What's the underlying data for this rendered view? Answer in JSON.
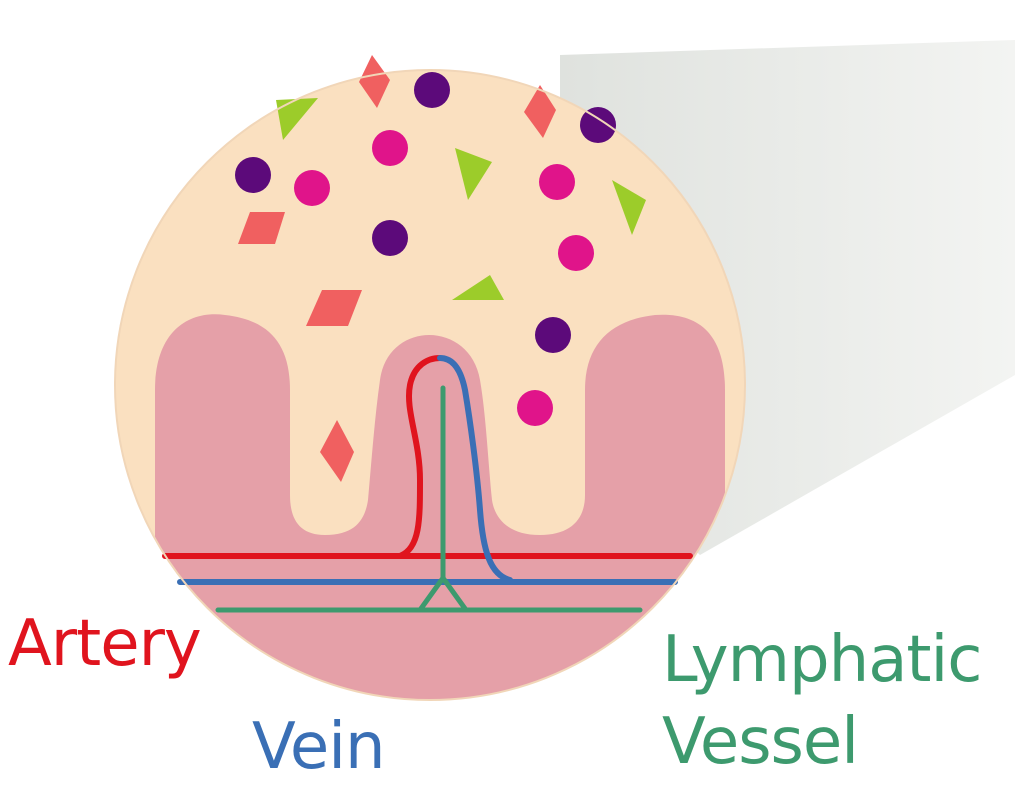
{
  "labels": {
    "artery": "Artery",
    "vein": "Vein",
    "lymphatic_line1": "Lymphatic",
    "lymphatic_line2": "Vessel"
  },
  "colors": {
    "background": "#ffffff",
    "zoom_cone": "#eceeeb",
    "lumen": "#fae0c0",
    "tissue": "#e5a0a8",
    "tissue_dark": "#df8e98",
    "artery": "#e0141e",
    "vein": "#3a6fb5",
    "lymphatic": "#3d9a6e",
    "nutrient_purple": "#5c0a7a",
    "nutrient_magenta": "#e0148a",
    "nutrient_red": "#f06060",
    "nutrient_green": "#9ccc2a"
  }
}
